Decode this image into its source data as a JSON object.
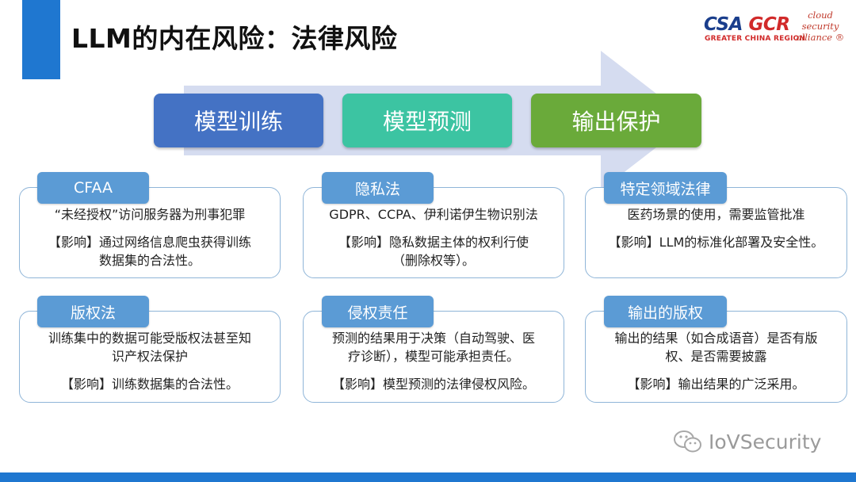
{
  "title": "LLM的内在风险：法律风险",
  "logo": {
    "csa": "CSA",
    "gcr": "GCR",
    "subtitle": "GREATER CHINA REGION",
    "side_lines": [
      "cloud",
      "security",
      "alliance ®"
    ]
  },
  "stages": [
    "模型训练",
    "模型预测",
    "输出保护"
  ],
  "cards": [
    {
      "tag": "CFAA",
      "lines": [
        "“未经授权”访问服务器为刑事犯罪",
        "",
        "【影响】通过网络信息爬虫获得训练",
        "数据集的合法性。"
      ]
    },
    {
      "tag": "隐私法",
      "lines": [
        "GDPR、CCPA、伊利诺伊生物识别法",
        "",
        "【影响】隐私数据主体的权利行使",
        "（删除权等）。"
      ]
    },
    {
      "tag": "特定领域法律",
      "lines": [
        "医药场景的使用，需要监管批准",
        "",
        "【影响】LLM的标准化部署及安全性。"
      ]
    },
    {
      "tag": "版权法",
      "lines": [
        "训练集中的数据可能受版权法甚至知",
        "识产权法保护",
        "",
        "【影响】训练数据集的合法性。"
      ]
    },
    {
      "tag": "侵权责任",
      "lines": [
        "预测的结果用于决策（自动驾驶、医",
        "疗诊断），模型可能承担责任。",
        "",
        "【影响】模型预测的法律侵权风险。"
      ]
    },
    {
      "tag": "输出的版权",
      "lines": [
        "输出的结果（如合成语音）是否有版",
        "权、是否需要披露",
        "",
        "【影响】输出结果的广泛采用。"
      ]
    }
  ],
  "watermark": "IoVSecurity",
  "colors": {
    "accent": "#1f77d0",
    "arrow": "#d5dcf0",
    "stage_1": "#4472c4",
    "stage_2": "#3cc4a2",
    "stage_3": "#6aaa3a",
    "tag": "#5b9bd5",
    "card_border": "#8fb5d8"
  }
}
